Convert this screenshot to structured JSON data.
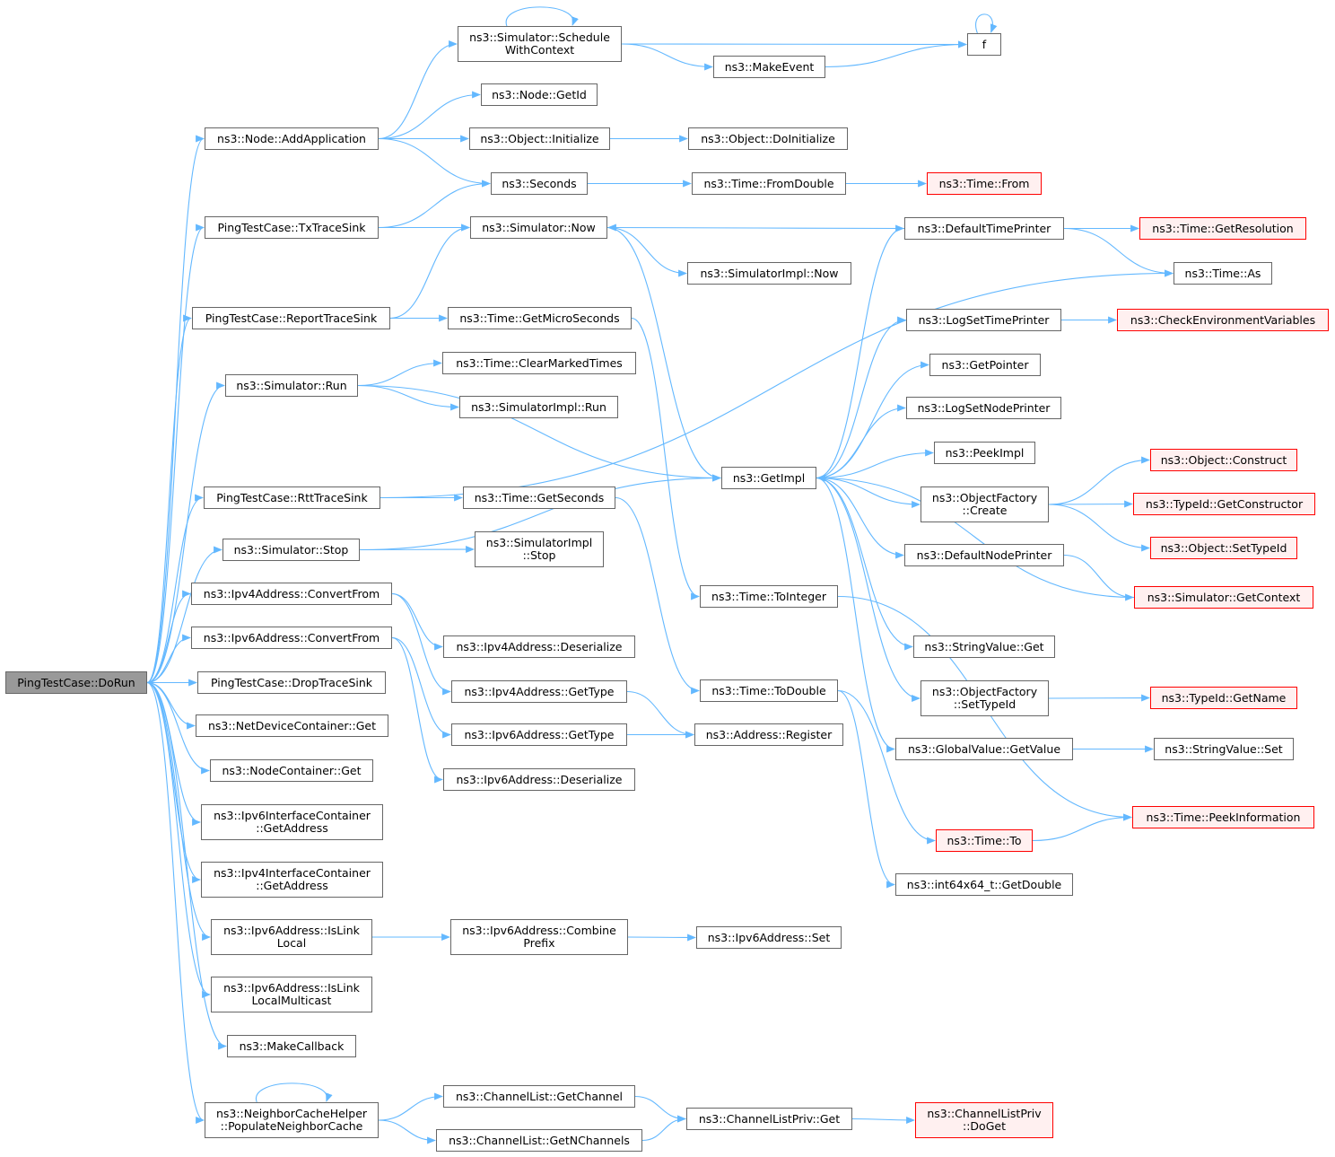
{
  "colors": {
    "edge": "#63b8ff",
    "node_border": "#666666",
    "node_fill": "#ffffff",
    "highlight_border": "#ff0000",
    "highlight_fill": "#fff0f0",
    "root_fill": "#999999"
  },
  "nodes": [
    {
      "id": "root",
      "lines": [
        "PingTestCase::DoRun"
      ],
      "style": "root"
    },
    {
      "id": "schedule",
      "lines": [
        "ns3::Simulator::Schedule",
        "WithContext"
      ]
    },
    {
      "id": "f",
      "lines": [
        "f"
      ]
    },
    {
      "id": "makeevent",
      "lines": [
        "ns3::MakeEvent"
      ]
    },
    {
      "id": "nodegetid",
      "lines": [
        "ns3::Node::GetId"
      ]
    },
    {
      "id": "addapp",
      "lines": [
        "ns3::Node::AddApplication"
      ]
    },
    {
      "id": "objinit",
      "lines": [
        "ns3::Object::Initialize"
      ]
    },
    {
      "id": "objdoinit",
      "lines": [
        "ns3::Object::DoInitialize"
      ]
    },
    {
      "id": "seconds",
      "lines": [
        "ns3::Seconds"
      ]
    },
    {
      "id": "fromdouble",
      "lines": [
        "ns3::Time::FromDouble"
      ]
    },
    {
      "id": "timefrom",
      "lines": [
        "ns3::Time::From"
      ],
      "style": "red"
    },
    {
      "id": "txsink",
      "lines": [
        "PingTestCase::TxTraceSink"
      ]
    },
    {
      "id": "simnow",
      "lines": [
        "ns3::Simulator::Now"
      ]
    },
    {
      "id": "deftimeprinter",
      "lines": [
        "ns3::DefaultTimePrinter"
      ]
    },
    {
      "id": "getresolution",
      "lines": [
        "ns3::Time::GetResolution"
      ],
      "style": "red"
    },
    {
      "id": "simimplnow",
      "lines": [
        "ns3::SimulatorImpl::Now"
      ]
    },
    {
      "id": "timeas",
      "lines": [
        "ns3::Time::As"
      ]
    },
    {
      "id": "reportsink",
      "lines": [
        "PingTestCase::ReportTraceSink"
      ]
    },
    {
      "id": "getmicro",
      "lines": [
        "ns3::Time::GetMicroSeconds"
      ]
    },
    {
      "id": "logsettime",
      "lines": [
        "ns3::LogSetTimePrinter"
      ]
    },
    {
      "id": "checkenv",
      "lines": [
        "ns3::CheckEnvironmentVariables"
      ],
      "style": "red"
    },
    {
      "id": "simrun",
      "lines": [
        "ns3::Simulator::Run"
      ]
    },
    {
      "id": "clearmarked",
      "lines": [
        "ns3::Time::ClearMarkedTimes"
      ]
    },
    {
      "id": "getpointer",
      "lines": [
        "ns3::GetPointer"
      ]
    },
    {
      "id": "simimplrun",
      "lines": [
        "ns3::SimulatorImpl::Run"
      ]
    },
    {
      "id": "logsetnode",
      "lines": [
        "ns3::LogSetNodePrinter"
      ]
    },
    {
      "id": "peekimpl",
      "lines": [
        "ns3::PeekImpl"
      ]
    },
    {
      "id": "objconstruct",
      "lines": [
        "ns3::Object::Construct"
      ],
      "style": "red"
    },
    {
      "id": "getimpl",
      "lines": [
        "ns3::GetImpl"
      ]
    },
    {
      "id": "rttsink",
      "lines": [
        "PingTestCase::RttTraceSink"
      ]
    },
    {
      "id": "getseconds",
      "lines": [
        "ns3::Time::GetSeconds"
      ]
    },
    {
      "id": "ofcreate",
      "lines": [
        "ns3::ObjectFactory",
        "::Create"
      ]
    },
    {
      "id": "getconstructor",
      "lines": [
        "ns3::TypeId::GetConstructor"
      ],
      "style": "red"
    },
    {
      "id": "simstop",
      "lines": [
        "ns3::Simulator::Stop"
      ]
    },
    {
      "id": "simimplstop",
      "lines": [
        "ns3::SimulatorImpl",
        "::Stop"
      ]
    },
    {
      "id": "setypeid",
      "lines": [
        "ns3::Object::SetTypeId"
      ],
      "style": "red"
    },
    {
      "id": "defnodeprinter",
      "lines": [
        "ns3::DefaultNodePrinter"
      ]
    },
    {
      "id": "ipv4conv",
      "lines": [
        "ns3::Ipv4Address::ConvertFrom"
      ]
    },
    {
      "id": "tointeger",
      "lines": [
        "ns3::Time::ToInteger"
      ]
    },
    {
      "id": "getcontext",
      "lines": [
        "ns3::Simulator::GetContext"
      ],
      "style": "red"
    },
    {
      "id": "ipv6conv",
      "lines": [
        "ns3::Ipv6Address::ConvertFrom"
      ]
    },
    {
      "id": "ipv4deser",
      "lines": [
        "ns3::Ipv4Address::Deserialize"
      ]
    },
    {
      "id": "svget",
      "lines": [
        "ns3::StringValue::Get"
      ]
    },
    {
      "id": "dropsink",
      "lines": [
        "PingTestCase::DropTraceSink"
      ]
    },
    {
      "id": "ipv4gettype",
      "lines": [
        "ns3::Ipv4Address::GetType"
      ]
    },
    {
      "id": "todouble",
      "lines": [
        "ns3::Time::ToDouble"
      ]
    },
    {
      "id": "ofsettypeid",
      "lines": [
        "ns3::ObjectFactory",
        "::SetTypeId"
      ]
    },
    {
      "id": "getname",
      "lines": [
        "ns3::TypeId::GetName"
      ],
      "style": "red"
    },
    {
      "id": "ndcget",
      "lines": [
        "ns3::NetDeviceContainer::Get"
      ]
    },
    {
      "id": "ipv6gettype",
      "lines": [
        "ns3::Ipv6Address::GetType"
      ]
    },
    {
      "id": "addrregister",
      "lines": [
        "ns3::Address::Register"
      ]
    },
    {
      "id": "gvgetvalue",
      "lines": [
        "ns3::GlobalValue::GetValue"
      ]
    },
    {
      "id": "svset",
      "lines": [
        "ns3::StringValue::Set"
      ]
    },
    {
      "id": "ncget",
      "lines": [
        "ns3::NodeContainer::Get"
      ]
    },
    {
      "id": "ipv6deser",
      "lines": [
        "ns3::Ipv6Address::Deserialize"
      ]
    },
    {
      "id": "ipv6icget",
      "lines": [
        "ns3::Ipv6InterfaceContainer",
        "::GetAddress"
      ]
    },
    {
      "id": "peekinfo",
      "lines": [
        "ns3::Time::PeekInformation"
      ],
      "style": "red"
    },
    {
      "id": "timeto",
      "lines": [
        "ns3::Time::To"
      ],
      "style": "red"
    },
    {
      "id": "ipv4icget",
      "lines": [
        "ns3::Ipv4InterfaceContainer",
        "::GetAddress"
      ]
    },
    {
      "id": "getdouble",
      "lines": [
        "ns3::int64x64_t::GetDouble"
      ]
    },
    {
      "id": "islinklocal",
      "lines": [
        "ns3::Ipv6Address::IsLink",
        "Local"
      ]
    },
    {
      "id": "combineprefix",
      "lines": [
        "ns3::Ipv6Address::Combine",
        "Prefix"
      ]
    },
    {
      "id": "ipv6set",
      "lines": [
        "ns3::Ipv6Address::Set"
      ]
    },
    {
      "id": "islinklocalmc",
      "lines": [
        "ns3::Ipv6Address::IsLink",
        "LocalMulticast"
      ]
    },
    {
      "id": "makecallback",
      "lines": [
        "ns3::MakeCallback"
      ]
    },
    {
      "id": "ncpopulate",
      "lines": [
        "ns3::NeighborCacheHelper",
        "::PopulateNeighborCache"
      ]
    },
    {
      "id": "clgetchannel",
      "lines": [
        "ns3::ChannelList::GetChannel"
      ]
    },
    {
      "id": "clprivget",
      "lines": [
        "ns3::ChannelListPriv::Get"
      ]
    },
    {
      "id": "clprivdoget",
      "lines": [
        "ns3::ChannelListPriv",
        "::DoGet"
      ],
      "style": "red"
    },
    {
      "id": "clgetn",
      "lines": [
        "ns3::ChannelList::GetNChannels"
      ]
    }
  ],
  "edges": [
    [
      "root",
      "addapp"
    ],
    [
      "root",
      "txsink"
    ],
    [
      "root",
      "reportsink"
    ],
    [
      "root",
      "simrun"
    ],
    [
      "root",
      "rttsink"
    ],
    [
      "root",
      "simstop"
    ],
    [
      "root",
      "ipv4conv"
    ],
    [
      "root",
      "ipv6conv"
    ],
    [
      "root",
      "dropsink"
    ],
    [
      "root",
      "ndcget"
    ],
    [
      "root",
      "ncget"
    ],
    [
      "root",
      "ipv6icget"
    ],
    [
      "root",
      "ipv4icget"
    ],
    [
      "root",
      "islinklocal"
    ],
    [
      "root",
      "islinklocalmc"
    ],
    [
      "root",
      "makecallback"
    ],
    [
      "root",
      "ncpopulate"
    ],
    [
      "addapp",
      "schedule"
    ],
    [
      "addapp",
      "nodegetid"
    ],
    [
      "addapp",
      "objinit"
    ],
    [
      "addapp",
      "seconds"
    ],
    [
      "schedule",
      "schedule"
    ],
    [
      "schedule",
      "f"
    ],
    [
      "schedule",
      "makeevent"
    ],
    [
      "makeevent",
      "f"
    ],
    [
      "f",
      "f"
    ],
    [
      "objinit",
      "objdoinit"
    ],
    [
      "seconds",
      "fromdouble"
    ],
    [
      "fromdouble",
      "timefrom"
    ],
    [
      "txsink",
      "seconds"
    ],
    [
      "txsink",
      "simnow"
    ],
    [
      "simnow",
      "simimplnow"
    ],
    [
      "simnow",
      "getimpl"
    ],
    [
      "deftimeprinter",
      "simnow"
    ],
    [
      "deftimeprinter",
      "getresolution"
    ],
    [
      "deftimeprinter",
      "timeas"
    ],
    [
      "reportsink",
      "simnow"
    ],
    [
      "reportsink",
      "getmicro"
    ],
    [
      "getmicro",
      "tointeger"
    ],
    [
      "simrun",
      "clearmarked"
    ],
    [
      "simrun",
      "simimplrun"
    ],
    [
      "simrun",
      "getimpl"
    ],
    [
      "rttsink",
      "getseconds"
    ],
    [
      "rttsink",
      "timeas"
    ],
    [
      "getseconds",
      "todouble"
    ],
    [
      "simstop",
      "simimplstop"
    ],
    [
      "simstop",
      "getimpl"
    ],
    [
      "getimpl",
      "deftimeprinter"
    ],
    [
      "getimpl",
      "logsettime"
    ],
    [
      "getimpl",
      "getpointer"
    ],
    [
      "getimpl",
      "logsetnode"
    ],
    [
      "getimpl",
      "peekimpl"
    ],
    [
      "getimpl",
      "ofcreate"
    ],
    [
      "getimpl",
      "defnodeprinter"
    ],
    [
      "getimpl",
      "svget"
    ],
    [
      "getimpl",
      "ofsettypeid"
    ],
    [
      "getimpl",
      "gvgetvalue"
    ],
    [
      "getcontext",
      "getimpl"
    ],
    [
      "logsettime",
      "checkenv"
    ],
    [
      "ofcreate",
      "objconstruct"
    ],
    [
      "ofcreate",
      "getconstructor"
    ],
    [
      "ofcreate",
      "setypeid"
    ],
    [
      "defnodeprinter",
      "getcontext"
    ],
    [
      "ofsettypeid",
      "getname"
    ],
    [
      "gvgetvalue",
      "svset"
    ],
    [
      "ipv4conv",
      "ipv4deser"
    ],
    [
      "ipv4conv",
      "ipv4gettype"
    ],
    [
      "ipv6conv",
      "ipv6gettype"
    ],
    [
      "ipv6conv",
      "ipv6deser"
    ],
    [
      "ipv4gettype",
      "addrregister"
    ],
    [
      "ipv6gettype",
      "addrregister"
    ],
    [
      "tointeger",
      "peekinfo"
    ],
    [
      "todouble",
      "timeto"
    ],
    [
      "todouble",
      "getdouble"
    ],
    [
      "timeto",
      "peekinfo"
    ],
    [
      "islinklocal",
      "combineprefix"
    ],
    [
      "combineprefix",
      "ipv6set"
    ],
    [
      "ncpopulate",
      "ncpopulate"
    ],
    [
      "ncpopulate",
      "clgetchannel"
    ],
    [
      "ncpopulate",
      "clgetn"
    ],
    [
      "clgetchannel",
      "clprivget"
    ],
    [
      "clgetn",
      "clprivget"
    ],
    [
      "clprivget",
      "clprivdoget"
    ]
  ]
}
